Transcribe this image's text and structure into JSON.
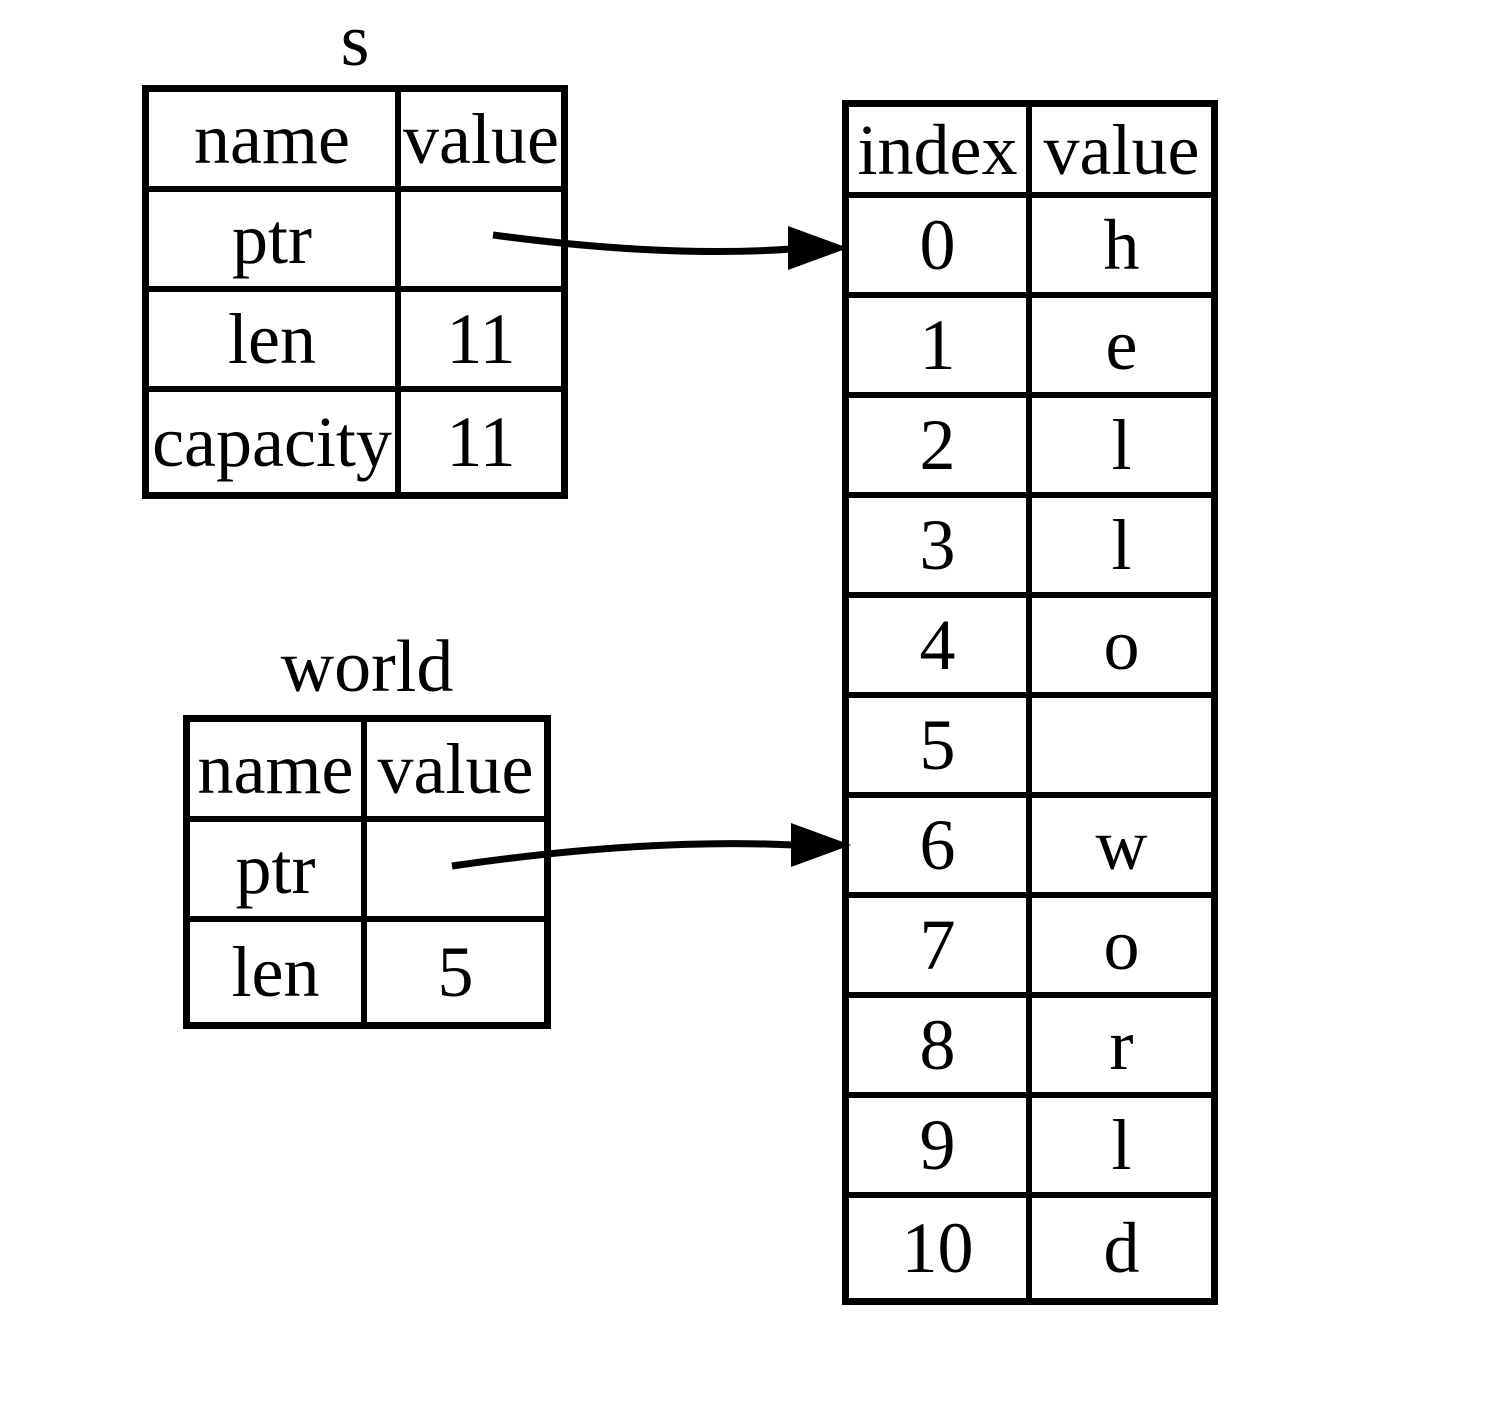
{
  "canvas": {
    "background_color": "#ffffff",
    "line_color": "#000000"
  },
  "s_table": {
    "title": "s",
    "headers": [
      "name",
      "value"
    ],
    "rows": [
      {
        "name": "ptr",
        "value": ""
      },
      {
        "name": "len",
        "value": "11"
      },
      {
        "name": "capacity",
        "value": "11"
      }
    ]
  },
  "world_table": {
    "title": "world",
    "headers": [
      "name",
      "value"
    ],
    "rows": [
      {
        "name": "ptr",
        "value": ""
      },
      {
        "name": "len",
        "value": "5"
      }
    ]
  },
  "heap_table": {
    "headers": [
      "index",
      "value"
    ],
    "rows": [
      {
        "index": "0",
        "value": "h"
      },
      {
        "index": "1",
        "value": "e"
      },
      {
        "index": "2",
        "value": "l"
      },
      {
        "index": "3",
        "value": "l"
      },
      {
        "index": "4",
        "value": "o"
      },
      {
        "index": "5",
        "value": ""
      },
      {
        "index": "6",
        "value": "w"
      },
      {
        "index": "7",
        "value": "o"
      },
      {
        "index": "8",
        "value": "r"
      },
      {
        "index": "9",
        "value": "l"
      },
      {
        "index": "10",
        "value": "d"
      }
    ]
  },
  "arrows": [
    {
      "id": "s-ptr-arrow",
      "from": "s.ptr.value",
      "to": "heap.row-0"
    },
    {
      "id": "world-ptr-arrow",
      "from": "world.ptr.value",
      "to": "heap.row-6"
    }
  ]
}
